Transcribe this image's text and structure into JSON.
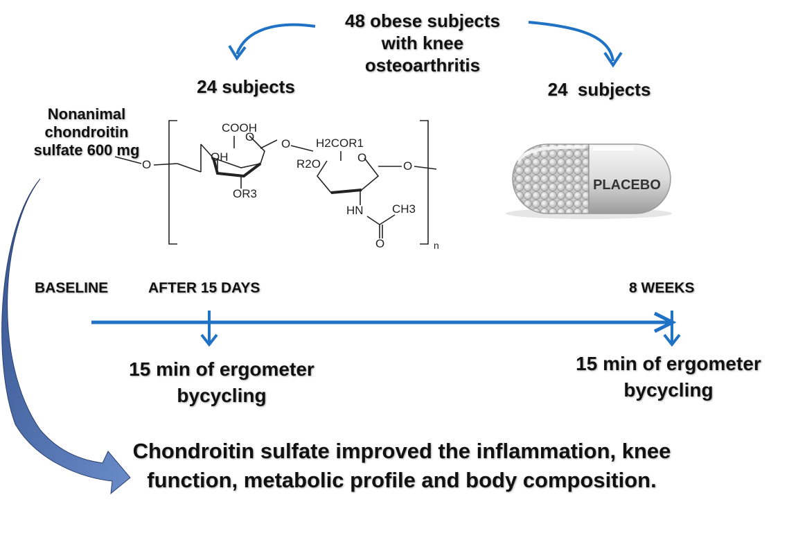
{
  "colors": {
    "arrow_blue": "#1f72c4",
    "curve_blue": "#4066a8",
    "text": "#111111"
  },
  "labels": {
    "top_title": "48 obese subjects with knee osteoarthritis",
    "left_group": "24 subjects",
    "right_group": "24  subjects",
    "drug": "Nonanimal chondroitin sulfate 600 mg",
    "placebo": "PLACEBO"
  },
  "timeline": {
    "baseline": "BASELINE",
    "after_15_days": "AFTER 15 DAYS",
    "eight_weeks": "8 WEEKS",
    "exercise_left": "15 min of ergometer bycycling",
    "exercise_right": "15 min of ergometer bycycling"
  },
  "structure": {
    "cooh": "COOH",
    "oh": "OH",
    "or3": "OR3",
    "h2cor1": "H2COR1",
    "r2o": "R2O",
    "hn": "HN",
    "ch3": "CH3",
    "ring_o1": "O",
    "ring_o2": "O",
    "link_o_left": "O",
    "link_o_mid": "O",
    "link_o_right": "O",
    "carbonyl_o": "O",
    "n": "n"
  },
  "conclusion": "Chondroitin sulfate improved the inflammation, knee function, metabolic profile and body composition."
}
